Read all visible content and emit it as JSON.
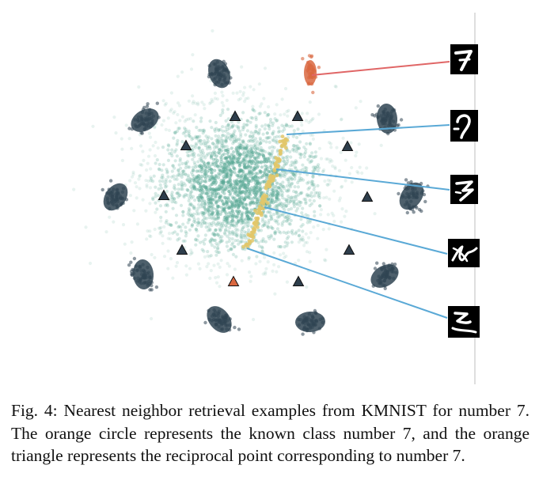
{
  "caption": "Fig. 4: Nearest neighbor retrieval examples from KMNIST for number 7. The orange circle represents the known class number 7, and the orange triangle represents the reciprocal point corresponding to number 7.",
  "colors": {
    "unknown_cloud": "#5aaa96",
    "known_cluster": "#2f4452",
    "known_class_7": "#d9673f",
    "reciprocal_point": "#2e3e4c",
    "reciprocal_point_7": "#d9673f",
    "retrieved_samples": "#e2c76a",
    "link_known": "#e06666",
    "link_retrieved": "#5aa9d6",
    "divider": "#c8c8c8"
  },
  "legend_items": [],
  "retrieved_thumbnails": [
    {
      "role": "known-class-7",
      "glyph": "7"
    },
    {
      "role": "neighbor-1",
      "glyph": "hook"
    },
    {
      "role": "neighbor-2",
      "glyph": "z-stroke"
    },
    {
      "role": "neighbor-3",
      "glyph": "scribble"
    },
    {
      "role": "neighbor-4",
      "glyph": "wave"
    }
  ]
}
